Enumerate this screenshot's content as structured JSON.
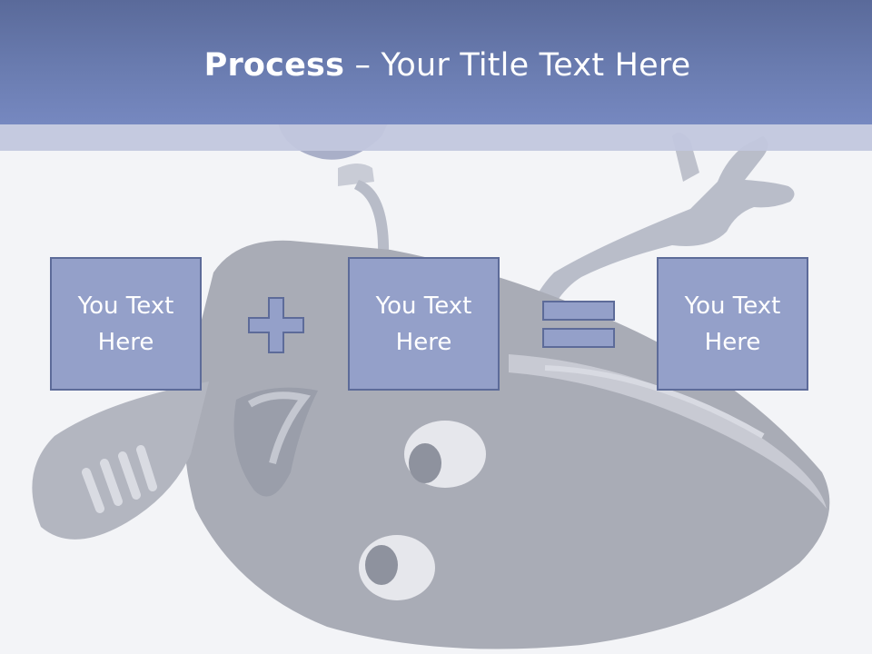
{
  "slide": {
    "title_bold": "Process",
    "title_rest": " – Your Title Text Here"
  },
  "process": {
    "boxes": [
      {
        "label": "You Text Here"
      },
      {
        "label": "You Text Here"
      },
      {
        "label": "You Text Here"
      }
    ],
    "operators": [
      "plus",
      "equals"
    ]
  },
  "colors": {
    "header": "#6a7cb0",
    "header_band": "#c2c7de",
    "box_fill": "#94a0c9",
    "box_border": "#5d6b99",
    "background": "#f3f4f7"
  }
}
